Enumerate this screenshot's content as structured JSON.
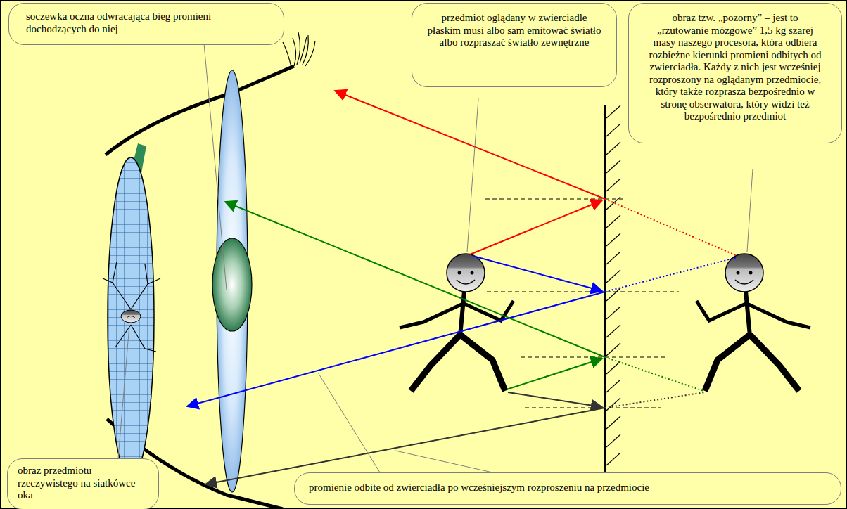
{
  "diagram": {
    "nodes": [
      {
        "text": [
          "soczewka oczna odwracająca bieg promieni dochodzących do niej"
        ]
      },
      {
        "text": [
          "przedmiot oglądany w zwierciadle płaskim musi albo sam emitować światło albo rozpraszać światło zewnętrzne"
        ]
      },
      {
        "text": [
          "obraz tzw. „pozorny” – jest to „rzutowanie mózgowe” 1,5 kg szarej masy naszego procesora, która odbiera rozbieżne kierunki promieni odbitych od zwierciadła. Każdy z nich jest wcześniej rozproszony na oglądanym przedmiocie, który także rozprasza bezpośrednio w stronę obserwatora, który widzi też bezpośrednio przedmiot"
        ]
      },
      {
        "text": [
          "obraz przedmiotu rzeczywistego na siatkówce oka"
        ]
      },
      {
        "text": [
          "promienie odbite od zwierciadła po wcześniejszym rozproszeniu na przedmiocie"
        ]
      }
    ]
  }
}
